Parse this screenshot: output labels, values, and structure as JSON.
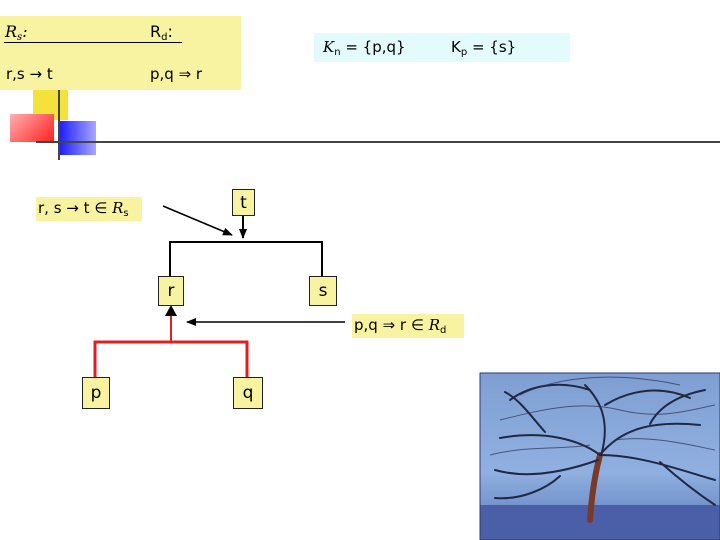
{
  "rules_box": {
    "rs_head": "R",
    "rs_sub": "s",
    "rs_colon": ":",
    "rd_head": "R",
    "rd_sub": "d",
    "rd_colon": ":",
    "rs_rule": "r,s → t",
    "rd_rule": "p,q ⇒ r"
  },
  "knowledge_box": {
    "kn_head": "K",
    "kn_sub": "n",
    "kn_value": " = {p,q}",
    "kp_head": "K",
    "kp_sub": "p",
    "kp_value": " = {s}"
  },
  "tree": {
    "node_t": "t",
    "node_r": "r",
    "node_s": "s",
    "node_p": "p",
    "node_q": "q"
  },
  "annotations": {
    "strict_rule": "r, s  → t ∈ ",
    "strict_set": "R",
    "strict_set_sub": "s",
    "defeasible_rule": "p,q ⇒ r ∈ ",
    "defeasible_set": "R",
    "defeasible_set_sub": "d"
  },
  "colors": {
    "rule_box": "#f8f3a0",
    "knowledge_box": "#e3fbfd",
    "defeasible_edge": "#e02020",
    "strict_edge": "#000000"
  }
}
